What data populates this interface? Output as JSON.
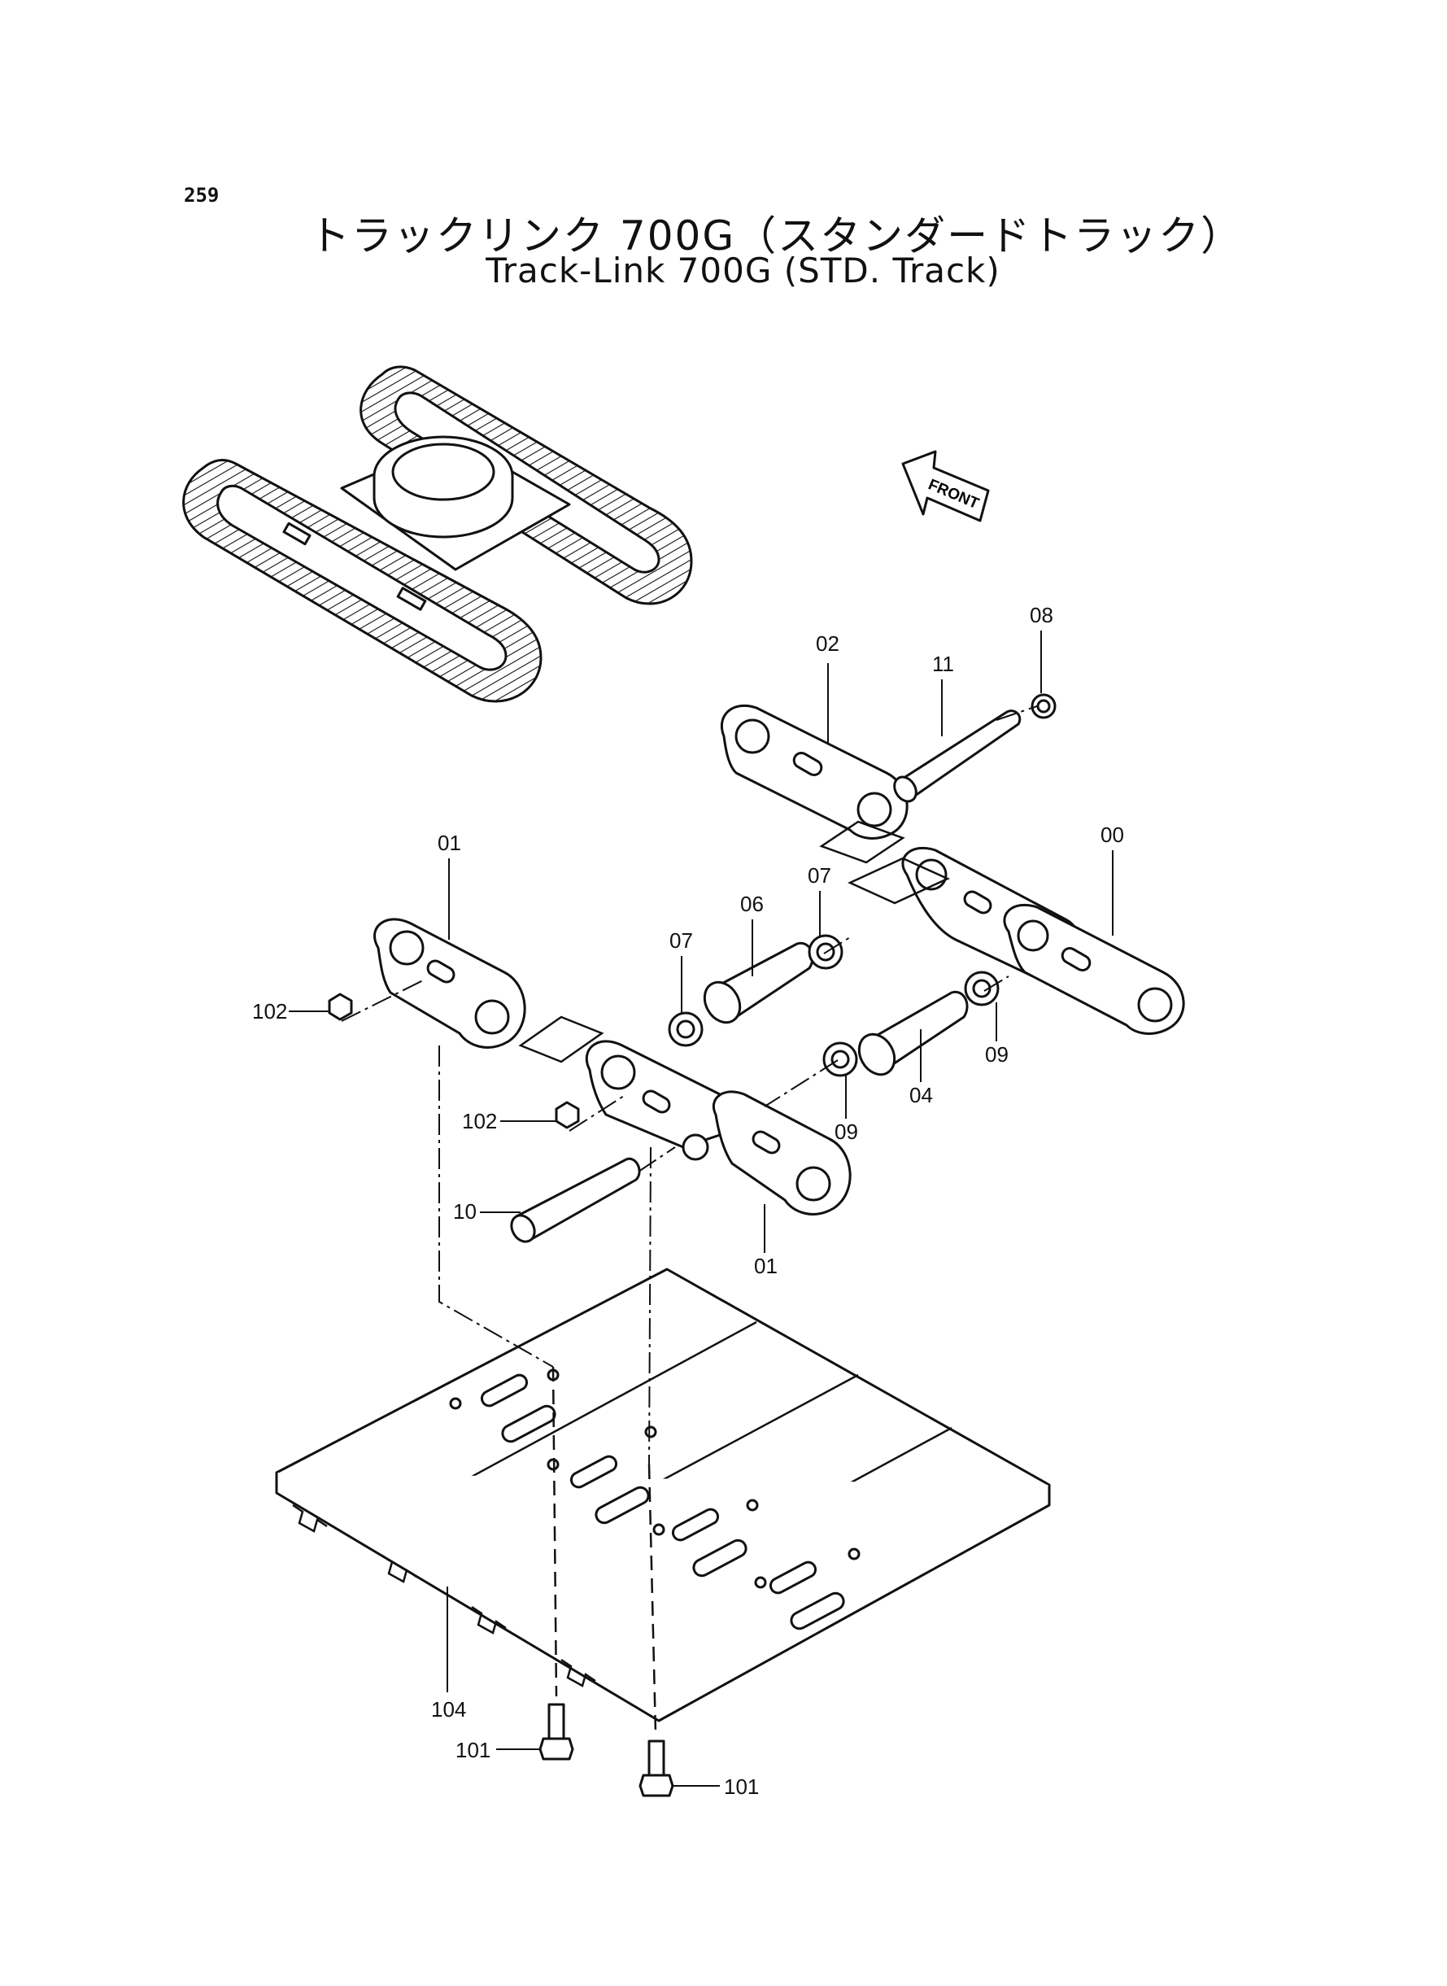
{
  "page_number": "259",
  "title_ja": "トラックリンク 700G（スタンダードトラック）",
  "title_en": "Track-Link 700G (STD. Track)",
  "front_label": "FRONT",
  "callouts": {
    "c00": "00",
    "c01a": "01",
    "c01b": "01",
    "c02": "02",
    "c04": "04",
    "c06": "06",
    "c07a": "07",
    "c07b": "07",
    "c08": "08",
    "c09a": "09",
    "c09b": "09",
    "c10": "10",
    "c11": "11",
    "c101a": "101",
    "c101b": "101",
    "c102a": "102",
    "c102b": "102",
    "c104": "104"
  }
}
